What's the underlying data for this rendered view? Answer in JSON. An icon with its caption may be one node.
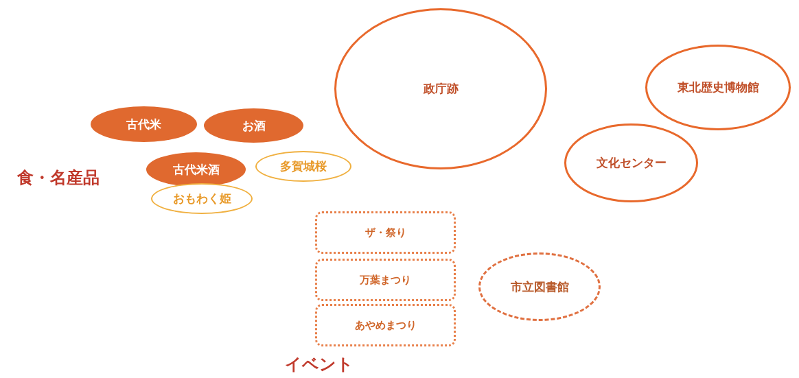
{
  "diagram": {
    "nodes": [
      {
        "text": [
          "政庁跡"
        ]
      },
      {
        "text": [
          "東北歴史博物館"
        ]
      },
      {
        "text": [
          "文化センター"
        ]
      },
      {
        "text": [
          "古代米"
        ]
      },
      {
        "text": [
          "お酒"
        ]
      },
      {
        "text": [
          "古代米酒"
        ]
      },
      {
        "text": [
          "多賀城桜"
        ]
      },
      {
        "text": [
          "おもわく姫"
        ]
      },
      {
        "text": [
          "ザ・祭り"
        ]
      },
      {
        "text": [
          "万葉まつり"
        ]
      },
      {
        "text": [
          "あやめまつり"
        ]
      },
      {
        "text": [
          "市立図書館"
        ]
      }
    ],
    "labels": [
      "食・名産品",
      "イベント"
    ]
  }
}
